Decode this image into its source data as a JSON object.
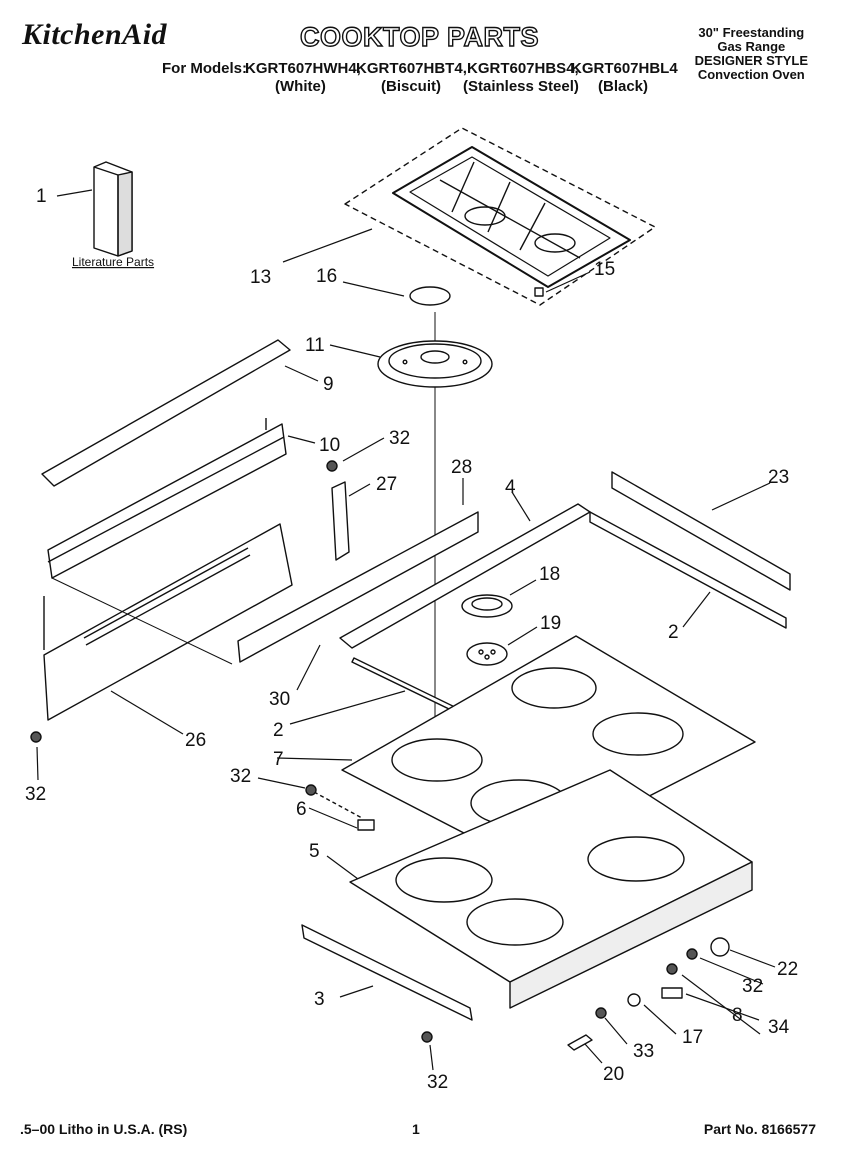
{
  "header": {
    "brand": "KitchenAid",
    "title": "COOKTOP PARTS",
    "models_prefix": "For Models:",
    "models": [
      {
        "model": "KGRT607HWH4,",
        "finish": "(White)"
      },
      {
        "model": "KGRT607HBT4,",
        "finish": "(Biscuit)"
      },
      {
        "model": "KGRT607HBS4,",
        "finish": "(Stainless Steel)"
      },
      {
        "model": "KGRT607HBL4",
        "finish": "(Black)"
      }
    ],
    "product_lines": [
      "30\" Freestanding",
      "Gas Range",
      "DESIGNER STYLE",
      "Convection Oven"
    ]
  },
  "diagram": {
    "literature_label": "Literature Parts",
    "callouts": [
      "1",
      "13",
      "16",
      "15",
      "11",
      "9",
      "10",
      "32",
      "27",
      "28",
      "4",
      "23",
      "18",
      "2",
      "19",
      "30",
      "2",
      "26",
      "7",
      "32",
      "32",
      "6",
      "5",
      "22",
      "32",
      "8",
      "34",
      "3",
      "17",
      "33",
      "20",
      "32"
    ]
  },
  "footer": {
    "litho": ".5–00 Litho in U.S.A. (RS)",
    "page": "1",
    "part_no": "Part No. 8166577"
  }
}
